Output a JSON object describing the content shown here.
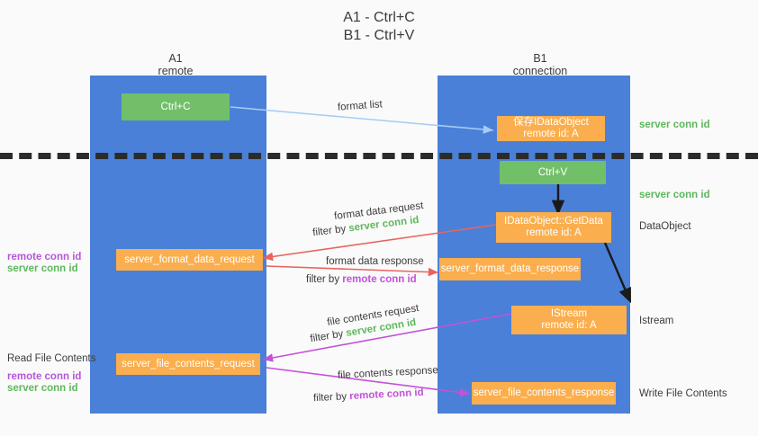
{
  "title": "A1 - Ctrl+C\nB1 - Ctrl+V",
  "colors": {
    "lane": "#4a80d8",
    "green_node": "#72bf6a",
    "orange_node": "#fbae4d",
    "green_text": "#5db85c",
    "purple_text": "#c252d8",
    "background": "#fafafa",
    "divider": "#2b2b2b",
    "arrow_blue": "#a8cdf0",
    "arrow_red": "#e8635f",
    "arrow_purple": "#c252d8",
    "arrow_black": "#1a1a1a"
  },
  "lanes": [
    {
      "name": "A1",
      "sub": "remote",
      "header": "A1\nremote"
    },
    {
      "name": "B1",
      "sub": "connection",
      "header": "B1\nconnection"
    }
  ],
  "nodes": {
    "ctrl_c": "Ctrl+C",
    "ctrl_v": "Ctrl+V",
    "save_idataobject": "保存IDataObject\nremote id: A",
    "idataobject_getdata": "IDataObject::GetData\nremote id: A",
    "istream": "IStream\nremote id: A",
    "server_format_data_request": "server_format_data_request",
    "server_format_data_response": "server_format_data_response",
    "server_file_contents_request": "server_file_contents_request",
    "server_file_contents_response": "server_file_contents_response"
  },
  "edges": {
    "format_list": "format list",
    "format_data_request": "format data request",
    "format_data_request_filter_prefix": "filter by ",
    "format_data_request_filter_key": "server conn id",
    "format_data_response": "format data response",
    "format_data_response_filter_prefix": "filter by ",
    "format_data_response_filter_key": "remote conn id",
    "file_contents_request": "file contents request",
    "file_contents_request_filter_prefix": "filter by ",
    "file_contents_request_filter_key": "server conn id",
    "file_contents_response": "file contents response",
    "file_contents_response_filter_prefix": "filter by ",
    "file_contents_response_filter_key": "remote conn id"
  },
  "right_labels": {
    "server_conn_id_top": "server conn id",
    "server_conn_id_second": "server conn id",
    "dataobject": "DataObject",
    "istream": "Istream",
    "write_file_contents": "Write File Contents"
  },
  "left_labels": {
    "remote_conn_id_upper": "remote conn id",
    "server_conn_id_upper": "server conn id",
    "read_file_contents": "Read File Contents",
    "remote_conn_id_lower": "remote conn id",
    "server_conn_id_lower": "server conn id"
  }
}
